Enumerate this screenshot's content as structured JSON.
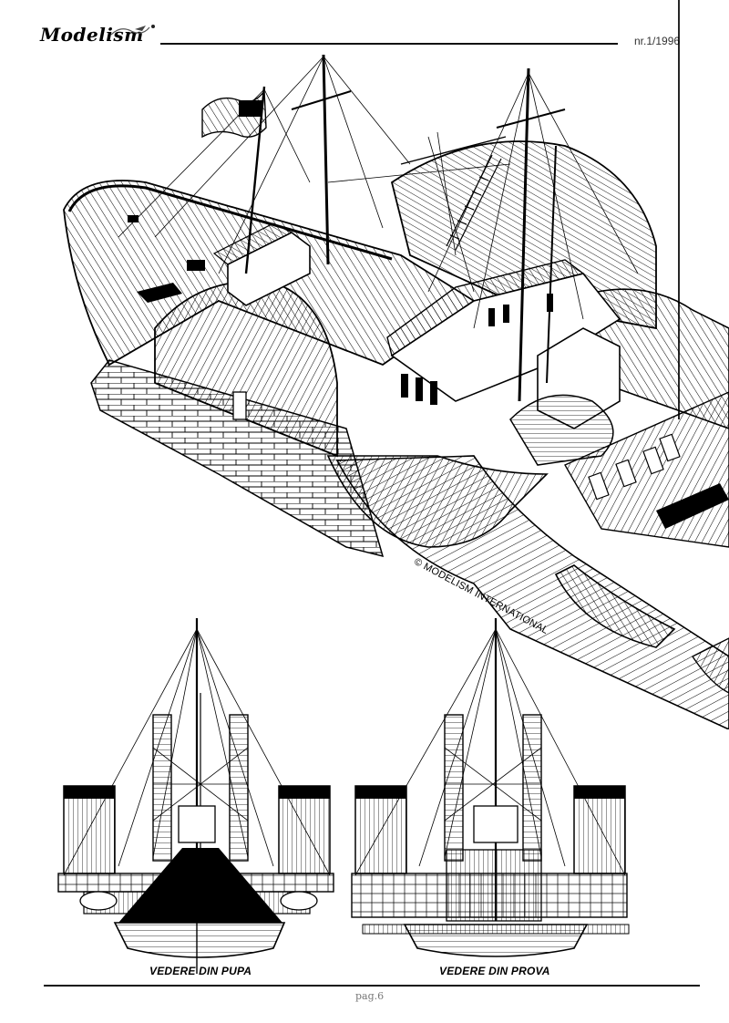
{
  "header": {
    "logo_text": "Modelism",
    "issue": "nr.1/1996"
  },
  "drawing": {
    "watermark": "© MODELISM INTERNATIONAL",
    "stern_view_caption": "VEDERE DIN PUPA",
    "bow_view_caption": "VEDERE DIN PROVA"
  },
  "footer": {
    "page_number": "pag.6"
  }
}
